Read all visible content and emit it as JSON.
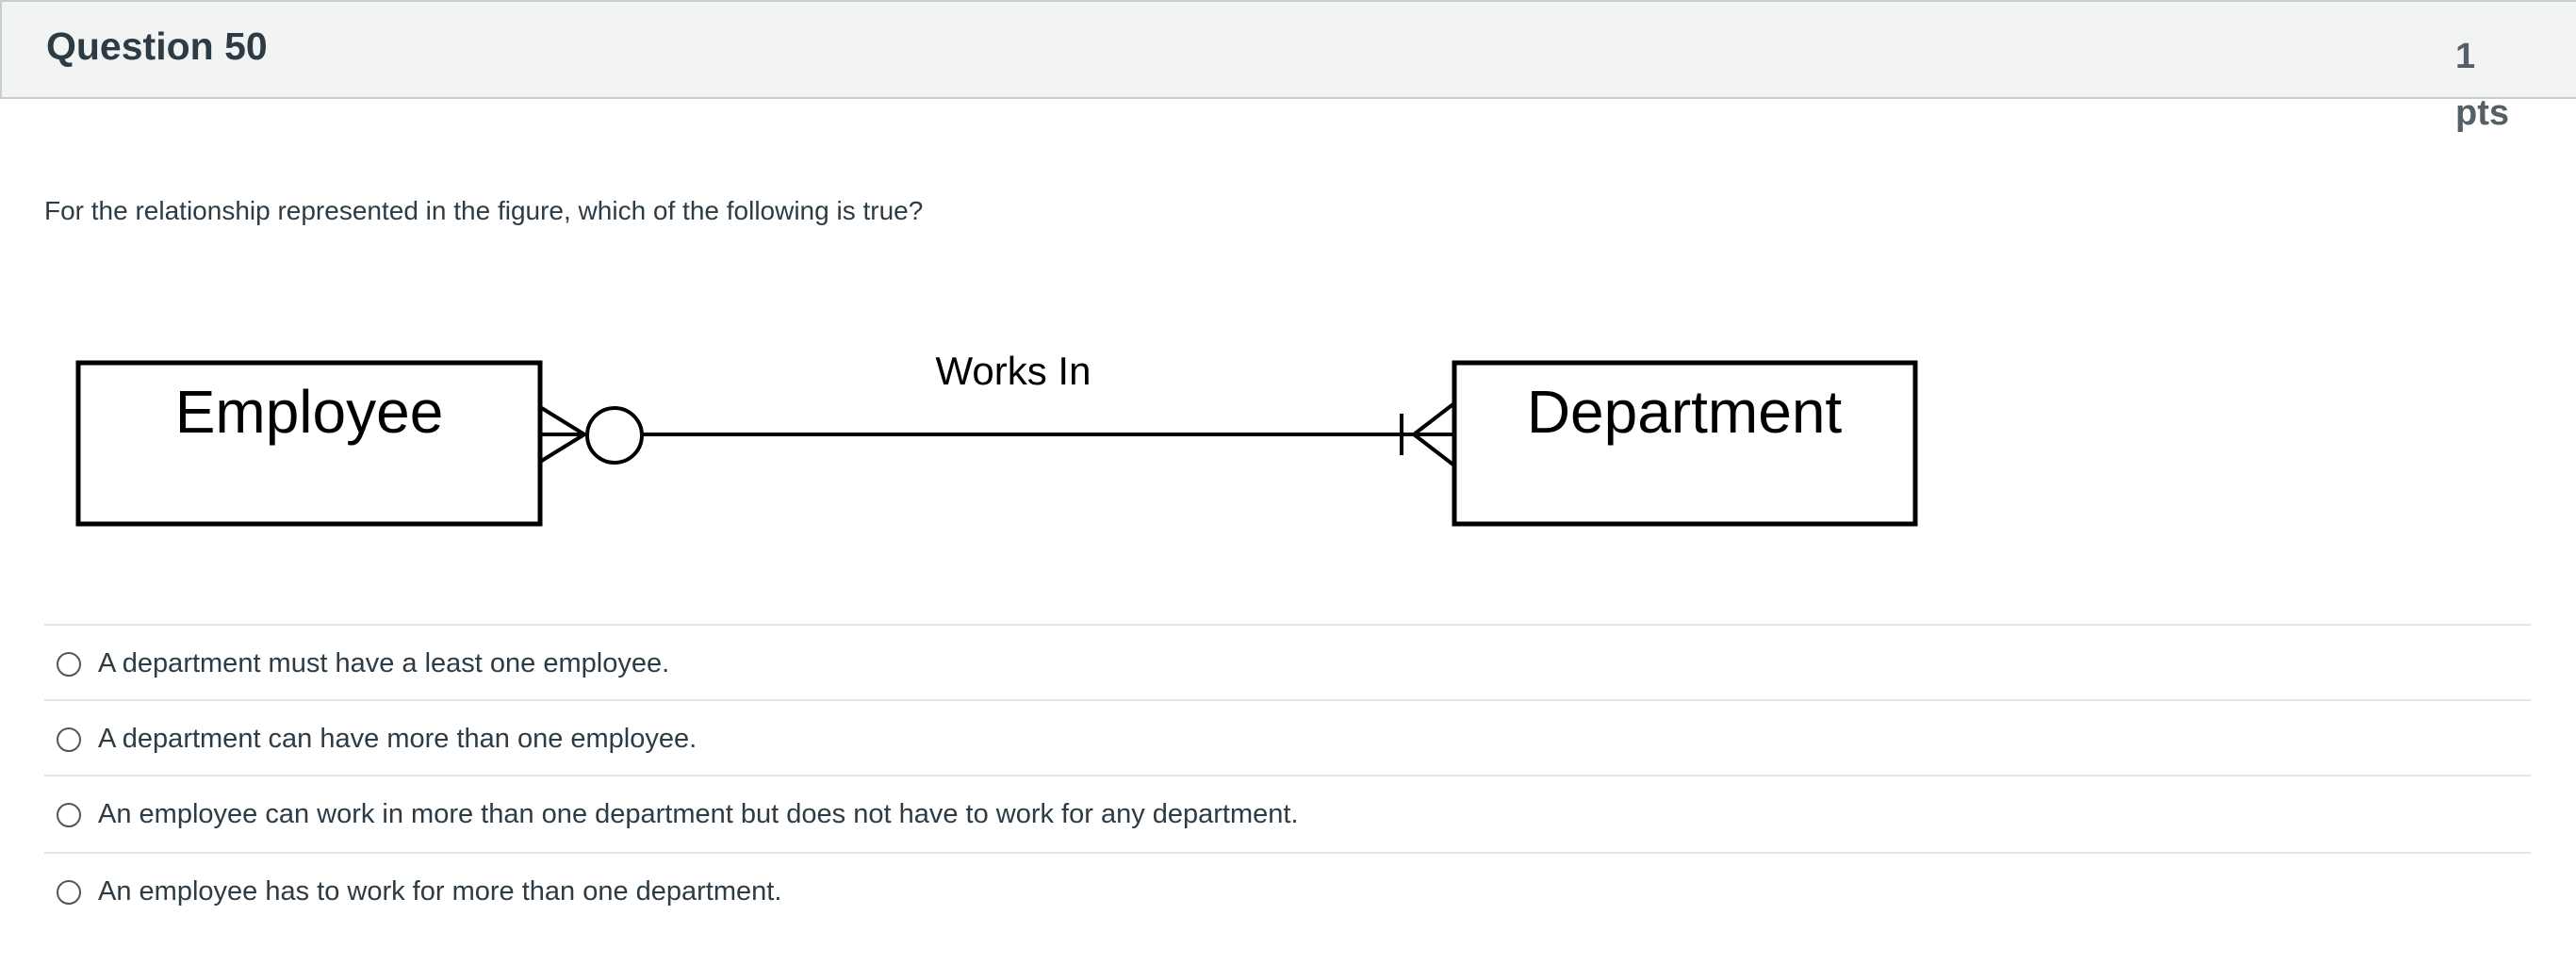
{
  "question": {
    "title": "Question 50",
    "points": "1 pts",
    "prompt": "For the relationship represented in the figure, which of the following is true?"
  },
  "diagram": {
    "entity_left": "Employee",
    "entity_right": "Department",
    "relationship": "Works In"
  },
  "answers": [
    "A department must have a least one employee.",
    "A department can have more than one employee.",
    "An employee can work in more than one department but does not have to work for any department.",
    "An employee has to work for more than one department."
  ]
}
